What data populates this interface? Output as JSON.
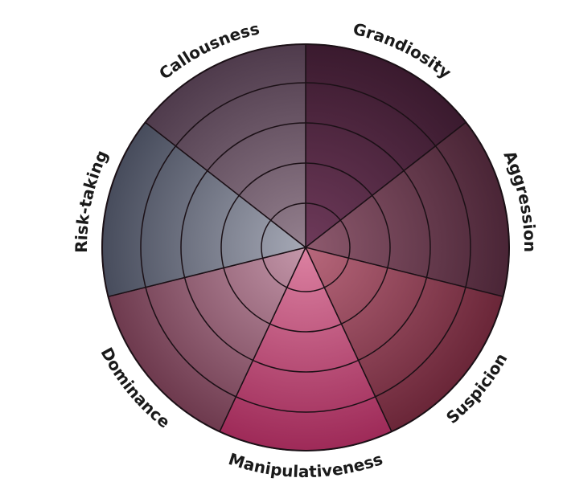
{
  "traits": [
    {
      "label": "Grandiosity",
      "outer": "#3a1a2e",
      "inner": "#6e3a5a"
    },
    {
      "label": "Aggression",
      "outer": "#4a2536",
      "inner": "#8e5a6e"
    },
    {
      "label": "Suspicion",
      "outer": "#6a2638",
      "inner": "#b8687c"
    },
    {
      "label": "Manipulativeness",
      "outer": "#9e2a58",
      "inner": "#dc82a2"
    },
    {
      "label": "Dominance",
      "outer": "#6e3a4e",
      "inner": "#c497aa"
    },
    {
      "label": "Risk-taking",
      "outer": "#474c5c",
      "inner": "#a6a9b6"
    },
    {
      "label": "Callousness",
      "outer": "#4f3b4c",
      "inner": "#94808e"
    }
  ]
}
